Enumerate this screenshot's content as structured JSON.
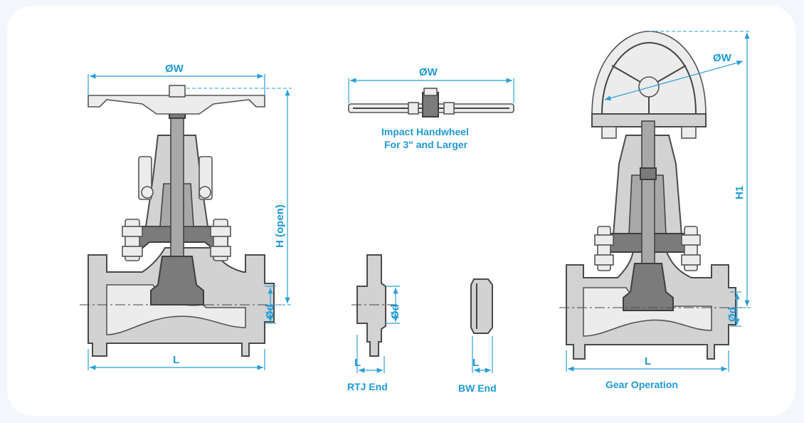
{
  "labels": {
    "main_view": {
      "dia_w": "ØW",
      "height": "H (open)",
      "dia_d": "Ød",
      "length": "L"
    },
    "impact_handwheel": {
      "dia_w": "ØW",
      "caption_line1": "Impact Handwheel",
      "caption_line2": "For 3\" and Larger"
    },
    "rtj_end": {
      "dia_d": "Ød",
      "length": "L",
      "caption": "RTJ End"
    },
    "bw_end": {
      "length": "L",
      "caption": "BW End"
    },
    "gear_operation": {
      "dia_w": "ØW",
      "height": "H1",
      "dia_d": "Ød",
      "length": "L",
      "caption": "Gear Operation"
    }
  },
  "colors": {
    "dimension": "#1e9ad6",
    "valve_body": "#d2d2d2",
    "valve_internal": "#7b7b7b",
    "outline": "#4a4a4a"
  }
}
